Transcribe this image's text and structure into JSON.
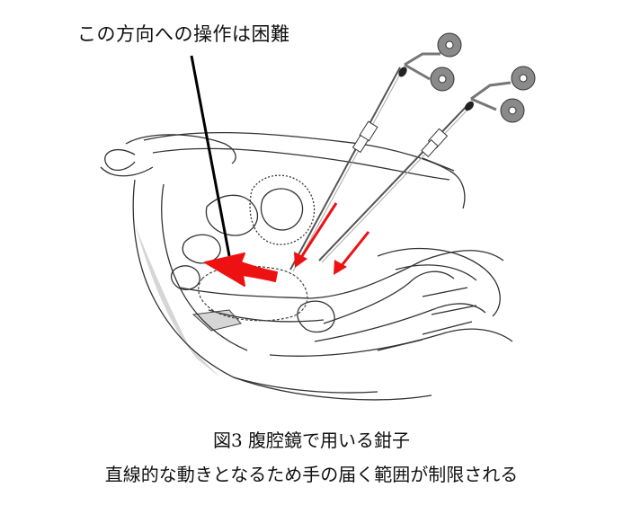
{
  "annotation": "この方向への操作は困難",
  "caption": {
    "line1": "図3 腹腔鏡で用いる鉗子",
    "line2": "直線的な動きとなるため手の届く範囲が制限される"
  },
  "colors": {
    "arrow": "#ee1111",
    "line": "#333333",
    "shade": "#d6d6d6",
    "forceps_ring": "#8a8a8a"
  }
}
